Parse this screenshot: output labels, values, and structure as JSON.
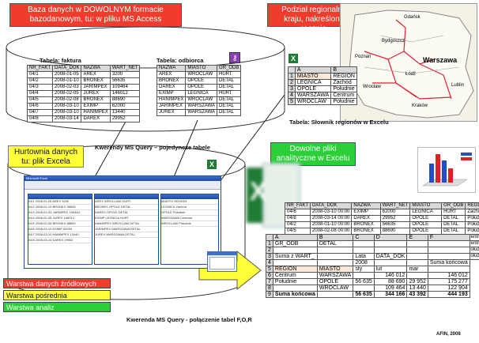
{
  "callouts": {
    "db_source": "Baza danych w DOWOLNYM formacie bazodanowym, tu: w pliku MS Access",
    "regional": "Podział regionalny kraju, nakreślony ręcznie",
    "warehouse_line1": "Hurtownia danych",
    "warehouse_line2": "tu: plik Excela",
    "analytic_line1": "Dowolne pliki",
    "analytic_line2": "analityczne w Excelu"
  },
  "captions": {
    "faktura": "Tabela: faktura",
    "odbiorca": "Tabela: odbiorca",
    "slownik": "Tabela: Słownik regionów w Excelu",
    "query_single": "Kwerendy MS Query – pojedyncze tabele",
    "query_join": "Kwerenda MS Query - połączenie tabel F,O,R",
    "credit": "AFIN, 2008"
  },
  "legend": {
    "source": "Warstwa danych źródłowych",
    "middle": "Warstwa pośrednia",
    "analysis": "Warstwa analiz"
  },
  "faktura": {
    "headers": [
      "NR_FAKT",
      "DATA_DOK",
      "NAZWA",
      "WART_NET"
    ],
    "rows": [
      [
        "04/1",
        "2008-01-05",
        "AREX",
        "3200"
      ],
      [
        "04/2",
        "2008-01-10",
        "BRONEX",
        "56635"
      ],
      [
        "04/3",
        "2008-02-03",
        "JARIMPEX",
        "109464"
      ],
      [
        "04/4",
        "2008-02-05",
        "JUREX",
        "146012"
      ],
      [
        "04/5",
        "2008-02-08",
        "BRONEX",
        "88690"
      ],
      [
        "04/6",
        "2008-03-10",
        "EXIMP",
        "62000"
      ],
      [
        "04/7",
        "2008-03-10",
        "HANIMPEX",
        "13440"
      ],
      [
        "04/8",
        "2008-03-14",
        "DAREX",
        "29952"
      ]
    ]
  },
  "odbiorca": {
    "headers": [
      "NAZWA",
      "MIASTO",
      "GR_ODB"
    ],
    "rows": [
      [
        "AREX",
        "WROCLAW",
        "HURT"
      ],
      [
        "BRONEX",
        "OPOLE",
        "DETAL"
      ],
      [
        "DAREX",
        "OPOLE",
        "DETAL"
      ],
      [
        "EXIMP",
        "LEGNICA",
        "HURT"
      ],
      [
        "HANIMPEX",
        "WROCLAW",
        "DETAL"
      ],
      [
        "JARIMPEX",
        "WARSZAWA",
        "DETAL"
      ],
      [
        "JUREX",
        "WARSZAWA",
        "DETAL"
      ]
    ]
  },
  "slownik": {
    "cols": [
      "A",
      "B"
    ],
    "rows": [
      [
        "1",
        "MIASTO",
        "REGION"
      ],
      [
        "2",
        "LEGNICA",
        "Zachód"
      ],
      [
        "3",
        "OPOLE",
        "Południe"
      ],
      [
        "4",
        "WARSZAWA",
        "Centrum"
      ],
      [
        "5",
        "WROCLAW",
        "Południe"
      ]
    ]
  },
  "map_cities": [
    "Gdańsk",
    "Bydgoszcz",
    "Poznań",
    "Warszawa",
    "Łódź",
    "Wrocław",
    "Kraków",
    "Lublin"
  ],
  "excel_window_title": "Microsoft Excel",
  "joined": {
    "headers": [
      "NR_FAKT",
      "DATA_DOK",
      "NAZWA",
      "WART_NET",
      "MIASTO",
      "GR_ODB",
      "REGION"
    ],
    "rows": [
      [
        "04/6",
        "2008-03-10 00:00",
        "EXIMP",
        "62000",
        "LEGNICA",
        "HURT",
        "Zachód"
      ],
      [
        "04/8",
        "2008-03-14 00:00",
        "DAREX",
        "29952",
        "OPOLE",
        "DETAL",
        "Południe"
      ],
      [
        "04/2",
        "2008-01-10 00:00",
        "BRONEX",
        "56635",
        "OPOLE",
        "DETAL",
        "Południe"
      ],
      [
        "04/5",
        "2008-02-08 00:00",
        "BRONEX",
        "88690",
        "OPOLE",
        "DETAL",
        "Południe"
      ],
      [
        "04/4",
        "2008-02-05 00:00",
        "JUREX",
        "146012",
        "WARSZAWA",
        "DETAL",
        "Centrum"
      ],
      [
        "04/3",
        "2008-02-03 00:00",
        "JARIMPEX",
        "109464",
        "WARSZAWA",
        "DETAL",
        "Centrum"
      ],
      [
        "04/7",
        "2008-03-10 00:00",
        "HANIMPEX",
        "13440",
        "WROCLAW",
        "DETAL",
        "Południe"
      ],
      [
        "04/1",
        "2008-01-05 00:00",
        "AREX",
        "3200",
        "WROCLAW",
        "HURT",
        "Południe"
      ]
    ]
  },
  "pivot": {
    "cols": [
      "A",
      "B",
      "C",
      "D",
      "E",
      "F"
    ],
    "row1": [
      "GR_ODB",
      "DETAL"
    ],
    "row3": [
      "Suma z WART_",
      "",
      "Lata",
      "DATA_DOK"
    ],
    "row4": [
      "",
      "",
      "2008",
      "",
      "",
      "Suma końcowa"
    ],
    "row5": [
      "REGION",
      "MIASTO",
      "sty",
      "lut",
      "mar",
      ""
    ],
    "row6": [
      "Centrum",
      "WARSZAWA",
      "",
      "146 012",
      "",
      "146 012"
    ],
    "row7": [
      "Południe",
      "OPOLE",
      "56 635",
      "88 690",
      "29 952",
      "175 277"
    ],
    "row8": [
      "",
      "WROCLAW",
      "",
      "109 464",
      "13 440",
      "122 904"
    ],
    "row9": [
      "Suma końcowa",
      "",
      "56 635",
      "344 166",
      "43 392",
      "444 193"
    ],
    "row_numbers": [
      "1",
      "2",
      "3",
      "4",
      "5",
      "6",
      "7",
      "8",
      "9"
    ]
  },
  "colors": {
    "red": "#f03c2c",
    "green": "#2ccf37",
    "yellow": "#ffff3a",
    "excel_green": "#1e7b34"
  }
}
